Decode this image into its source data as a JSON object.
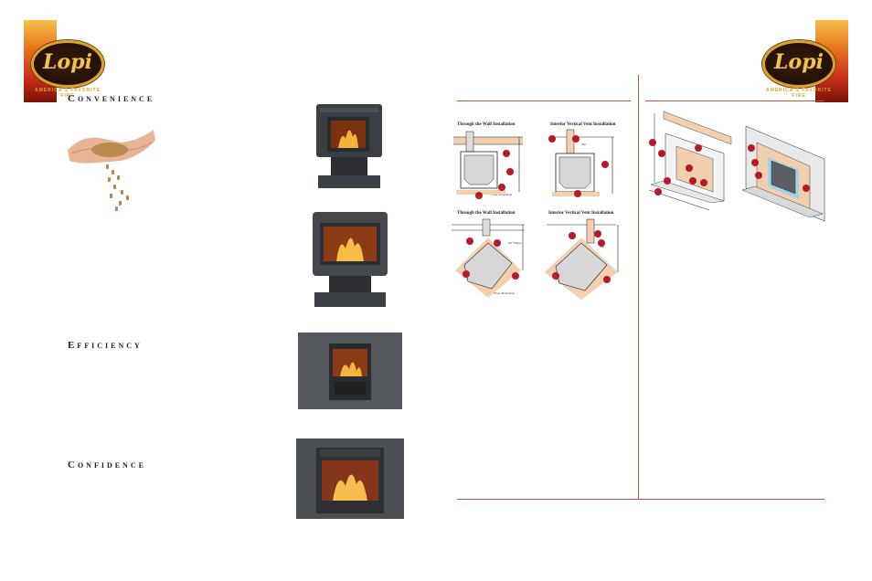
{
  "brand": {
    "logo_text": "Lopi",
    "tagline": "AMERICA'S FAVORITE FIRE"
  },
  "sections": {
    "convenience": "Convenience",
    "efficiency": "Efficiency",
    "confidence": "Confidence"
  },
  "diagrams": {
    "through_wall_1": "Through the Wall Installation",
    "interior_vent_1": "Interior Vertical Vent Installation",
    "through_wall_2": "Through the Wall Installation",
    "interior_vent_2": "Interior Vertical Vent Installation",
    "floor_protection_1": "Floor Protection",
    "floor_protection_2": "Floor Protection",
    "tee_label": "Tee",
    "elbow_label": "45° Elbow",
    "tee_label_2": "Tee"
  },
  "colors": {
    "accent": "#b8563e",
    "marker": "#b31b2b",
    "floor": "#f2cfae"
  }
}
